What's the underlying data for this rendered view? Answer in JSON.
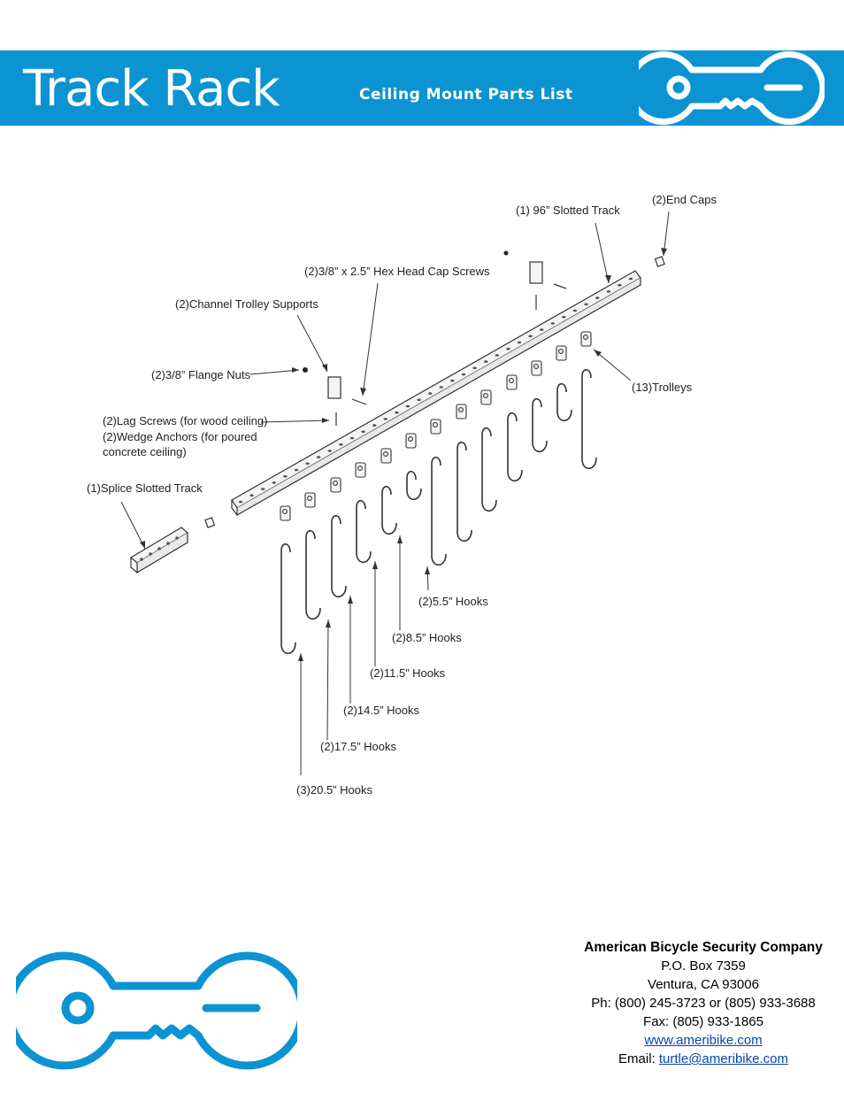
{
  "header": {
    "title": "Track Rack",
    "subtitle": "Ceiling Mount Parts List",
    "brand_color": "#0c94d2"
  },
  "diagram": {
    "labels": {
      "slotted_track": "(1) 96” Slotted Track",
      "end_caps": "(2)End Caps",
      "hex_screws": "(2)3/8” x 2.5” Hex Head Cap Screws",
      "trolley_supports": "(2)Channel Trolley Supports",
      "flange_nuts": "(2)3/8” Flange Nuts",
      "lag_screws": "(2)Lag Screws (for wood ceiling)",
      "wedge_anchors_1": "(2)Wedge Anchors (for poured",
      "wedge_anchors_2": "concrete ceiling)",
      "splice_track": "(1)Splice Slotted Track",
      "trolleys": "(13)Trolleys",
      "hooks_5_5": "(2)5.5” Hooks",
      "hooks_8_5": "(2)8.5” Hooks",
      "hooks_11_5": "(2)11.5” Hooks",
      "hooks_14_5": "(2)14.5” Hooks",
      "hooks_17_5": "(2)17.5” Hooks",
      "hooks_20_5": "(3)20.5” Hooks"
    }
  },
  "contact": {
    "company": "American Bicycle Security Company",
    "po_box": "P.O. Box 7359",
    "city": "Ventura, CA 93006",
    "phone": "Ph: (800) 245-3723 or (805) 933-3688",
    "fax": "Fax: (805) 933-1865",
    "website": "www.ameribike.com",
    "email_label": "Email: ",
    "email": "turtle@ameribike.com"
  }
}
